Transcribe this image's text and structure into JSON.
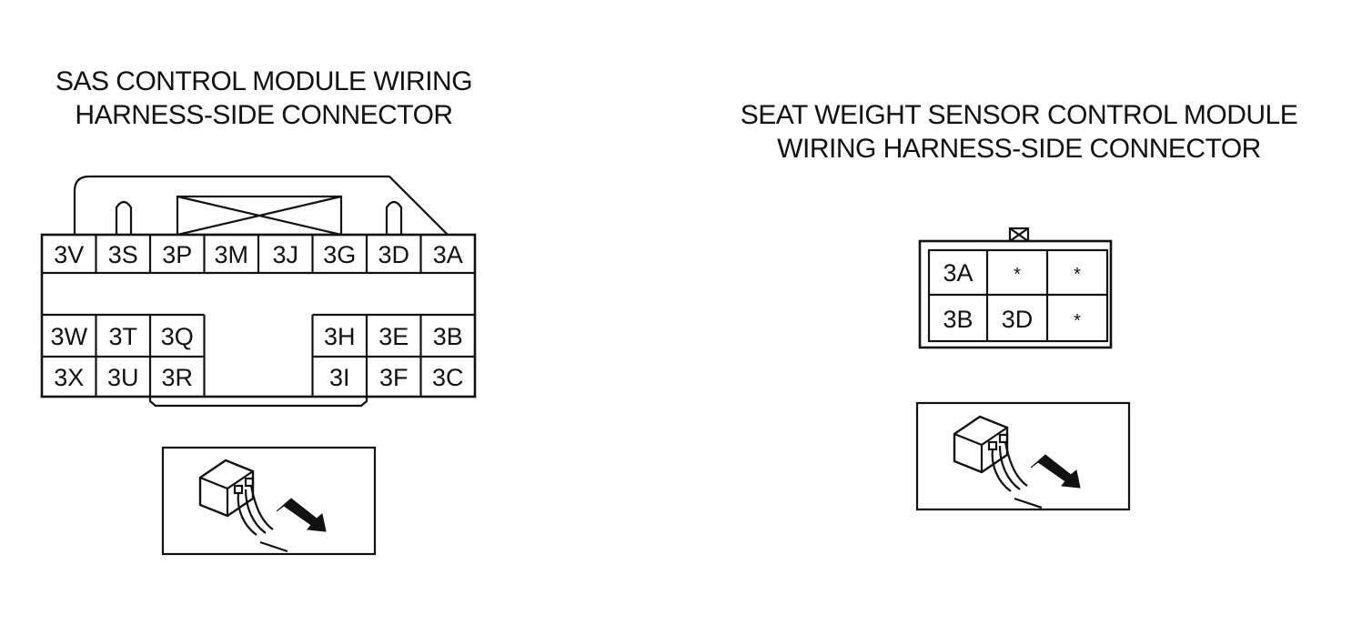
{
  "left_connector": {
    "title_line1": "SAS CONTROL MODULE WIRING",
    "title_line2": "HARNESS-SIDE CONNECTOR",
    "top_row": [
      "3V",
      "3S",
      "3P",
      "3M",
      "3J",
      "3G",
      "3D",
      "3A"
    ],
    "lower_left": [
      [
        "3W",
        "3T",
        "3Q"
      ],
      [
        "3X",
        "3U",
        "3R"
      ]
    ],
    "lower_right": [
      [
        "3H",
        "3E",
        "3B"
      ],
      [
        "3I",
        "3F",
        "3C"
      ]
    ],
    "view_icon": "connector-view-arrow-icon"
  },
  "right_connector": {
    "title_line1": "SEAT WEIGHT SENSOR CONTROL MODULE",
    "title_line2": "WIRING HARNESS-SIDE CONNECTOR",
    "grid": [
      [
        "3A",
        "*",
        "*"
      ],
      [
        "3B",
        "3D",
        "*"
      ]
    ],
    "view_icon": "connector-view-arrow-icon"
  }
}
